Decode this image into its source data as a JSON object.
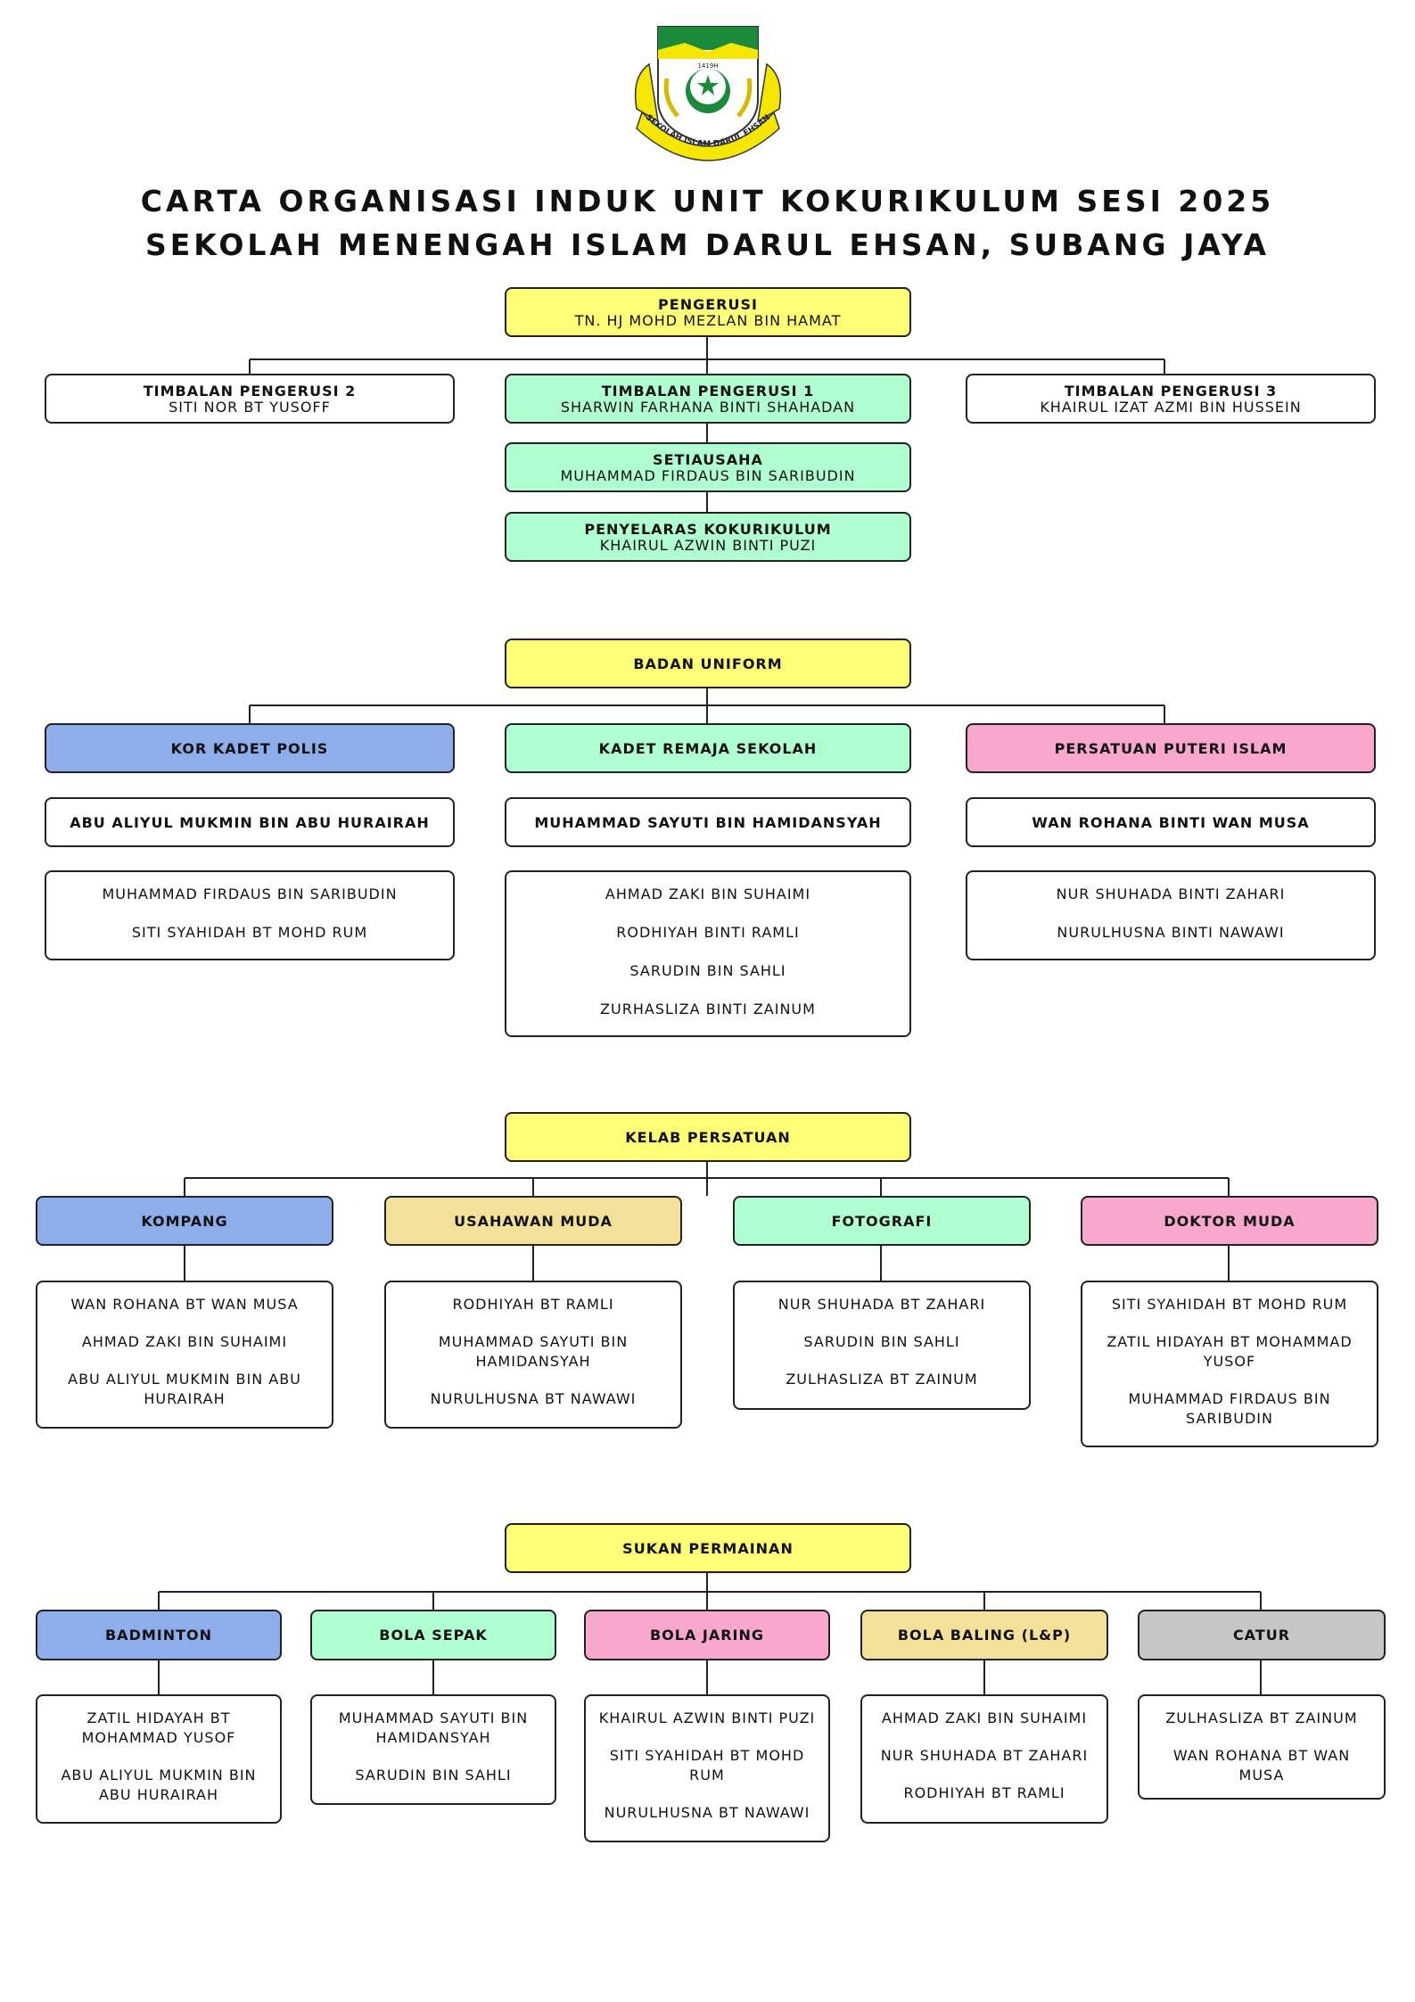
{
  "logo": {
    "arc_text": "SEKOLAH ISLAM DARUL EHSAN",
    "year": "1419H",
    "colors": {
      "green": "#1c8a3c",
      "yellow": "#f5e600"
    }
  },
  "title": {
    "line1": "CARTA ORGANISASI INDUK UNIT KOKURIKULUM SESI 2025",
    "line2": "SEKOLAH MENENGAH ISLAM DARUL EHSAN, SUBANG JAYA"
  },
  "leadership": {
    "chair": {
      "title": "PENGERUSI",
      "name": "TN. HJ MOHD MEZLAN BIN HAMAT"
    },
    "deputy2": {
      "title": "TIMBALAN PENGERUSI 2",
      "name": "SITI NOR BT YUSOFF"
    },
    "deputy1": {
      "title": "TIMBALAN PENGERUSI 1",
      "name": "SHARWIN FARHANA BINTI SHAHADAN"
    },
    "deputy3": {
      "title": "TIMBALAN PENGERUSI 3",
      "name": "KHAIRUL IZAT AZMI BIN HUSSEIN"
    },
    "secretary": {
      "title": "SETIAUSAHA",
      "name": "MUHAMMAD FIRDAUS BIN SARIBUDIN"
    },
    "coordinator": {
      "title": "PENYELARAS KOKURIKULUM",
      "name": "KHAIRUL AZWIN BINTI PUZI"
    }
  },
  "uniform": {
    "title": "BADAN UNIFORM",
    "units": [
      {
        "name": "KOR KADET POLIS",
        "head": "ABU ALIYUL MUKMIN BIN ABU HURAIRAH",
        "members": [
          "MUHAMMAD FIRDAUS BIN SARIBUDIN",
          "SITI SYAHIDAH BT MOHD RUM"
        ]
      },
      {
        "name": "KADET REMAJA SEKOLAH",
        "head": "MUHAMMAD SAYUTI BIN HAMIDANSYAH",
        "members": [
          "AHMAD ZAKI BIN SUHAIMI",
          "RODHIYAH BINTI RAMLI",
          "SARUDIN BIN SAHLI",
          "ZURHASLIZA BINTI ZAINUM"
        ]
      },
      {
        "name": "PERSATUAN PUTERI ISLAM",
        "head": "WAN ROHANA BINTI WAN MUSA",
        "members": [
          "NUR SHUHADA BINTI ZAHARI",
          "NURULHUSNA BINTI NAWAWI"
        ]
      }
    ]
  },
  "clubs": {
    "title": "KELAB PERSATUAN",
    "units": [
      {
        "name": "KOMPANG",
        "members": [
          "WAN ROHANA BT WAN MUSA",
          "AHMAD ZAKI BIN SUHAIMI",
          "ABU ALIYUL MUKMIN BIN ABU HURAIRAH"
        ]
      },
      {
        "name": "USAHAWAN MUDA",
        "members": [
          "RODHIYAH BT RAMLI",
          "MUHAMMAD SAYUTI BIN HAMIDANSYAH",
          "NURULHUSNA BT NAWAWI"
        ]
      },
      {
        "name": "FOTOGRAFI",
        "members": [
          "NUR SHUHADA BT ZAHARI",
          "SARUDIN BIN SAHLI",
          "ZULHASLIZA BT ZAINUM"
        ]
      },
      {
        "name": "DOKTOR MUDA",
        "members": [
          "SITI SYAHIDAH BT MOHD RUM",
          "ZATIL HIDAYAH BT MOHAMMAD YUSOF",
          "MUHAMMAD FIRDAUS BIN SARIBUDIN"
        ]
      }
    ]
  },
  "sports": {
    "title": "SUKAN PERMAINAN",
    "units": [
      {
        "name": "BADMINTON",
        "members": [
          "ZATIL HIDAYAH BT MOHAMMAD YUSOF",
          "ABU ALIYUL MUKMIN BIN ABU HURAIRAH"
        ]
      },
      {
        "name": "BOLA SEPAK",
        "members": [
          "MUHAMMAD SAYUTI BIN HAMIDANSYAH",
          "SARUDIN BIN SAHLI"
        ]
      },
      {
        "name": "BOLA JARING",
        "members": [
          "KHAIRUL AZWIN BINTI PUZI",
          "SITI SYAHIDAH BT MOHD RUM",
          "NURULHUSNA BT NAWAWI"
        ]
      },
      {
        "name": "BOLA BALING (L&P)",
        "members": [
          "AHMAD ZAKI BIN SUHAIMI",
          "NUR SHUHADA BT ZAHARI",
          "RODHIYAH BT RAMLI"
        ]
      },
      {
        "name": "CATUR",
        "members": [
          "ZULHASLIZA BT ZAINUM",
          "WAN ROHANA BT WAN MUSA"
        ]
      }
    ]
  },
  "colors": {
    "yellow": "#ffff77",
    "green": "#b0ffd1",
    "blue": "#8daeea",
    "pink": "#f9a8cd",
    "sand": "#f3e19a",
    "grey": "#c6c6c6"
  }
}
